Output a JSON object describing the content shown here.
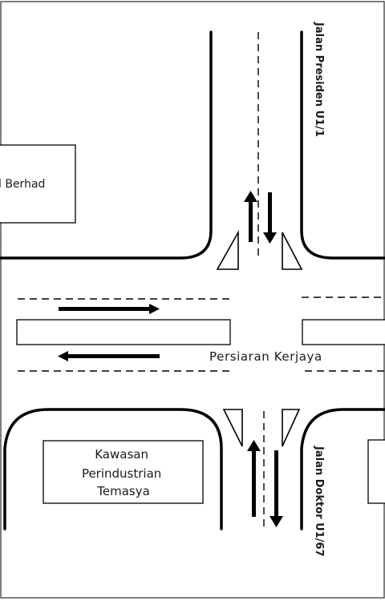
{
  "roads": {
    "north": "Jalan Presiden U1/1",
    "south": "Jalan Doktor U1/67",
    "main": "Persiaran Kerjaya"
  },
  "buildings": {
    "northwest": "l Berhad",
    "southwest": [
      "Kawasan",
      "Perindustrian",
      "Temasya"
    ]
  }
}
